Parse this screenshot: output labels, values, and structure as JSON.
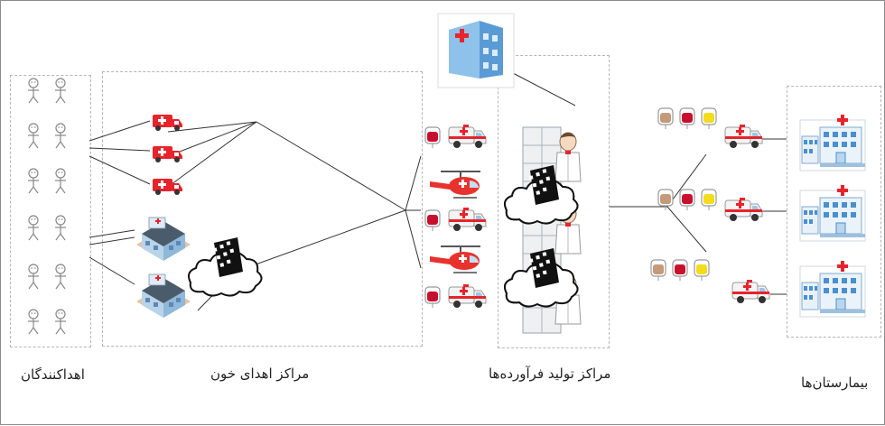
{
  "diagram": {
    "labels": {
      "donors": "اهداکنندگان",
      "donation_centers": "مراکز اهدای خون",
      "production_centers": "مراکز تولید فرآورده‌ها",
      "hospitals": "بیمارستان‌ها"
    },
    "colors": {
      "red": "#e8232b",
      "blood_bag_red": "#c8102e",
      "blood_bag_tan": "#c49a7a",
      "blood_bag_yellow": "#f2dc1b",
      "building_blue": "#4a8fd0",
      "cloud_outline": "#111111"
    }
  }
}
